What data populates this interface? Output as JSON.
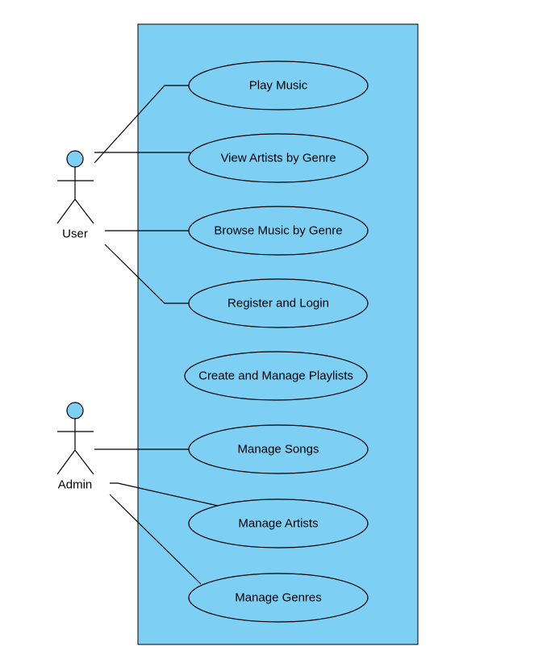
{
  "colors": {
    "system_fill": "#7ecff4",
    "actor_head_fill": "#7ecff4",
    "stroke": "#000000",
    "background": "#ffffff"
  },
  "actors": [
    {
      "id": "user",
      "label": "User"
    },
    {
      "id": "admin",
      "label": "Admin"
    }
  ],
  "use_cases": [
    {
      "id": "play-music",
      "label": "Play Music"
    },
    {
      "id": "view-artists-by-genre",
      "label": "View Artists by Genre"
    },
    {
      "id": "browse-music-by-genre",
      "label": "Browse Music by Genre"
    },
    {
      "id": "register-and-login",
      "label": "Register and Login"
    },
    {
      "id": "create-and-manage-playlists",
      "label": "Create and Manage Playlists"
    },
    {
      "id": "manage-songs",
      "label": "Manage Songs"
    },
    {
      "id": "manage-artists",
      "label": "Manage Artists"
    },
    {
      "id": "manage-genres",
      "label": "Manage Genres"
    }
  ],
  "associations": [
    {
      "actor": "user",
      "use_case": "play-music"
    },
    {
      "actor": "user",
      "use_case": "view-artists-by-genre"
    },
    {
      "actor": "user",
      "use_case": "browse-music-by-genre"
    },
    {
      "actor": "user",
      "use_case": "register-and-login"
    },
    {
      "actor": "admin",
      "use_case": "manage-songs"
    },
    {
      "actor": "admin",
      "use_case": "manage-artists"
    },
    {
      "actor": "admin",
      "use_case": "manage-genres"
    }
  ]
}
